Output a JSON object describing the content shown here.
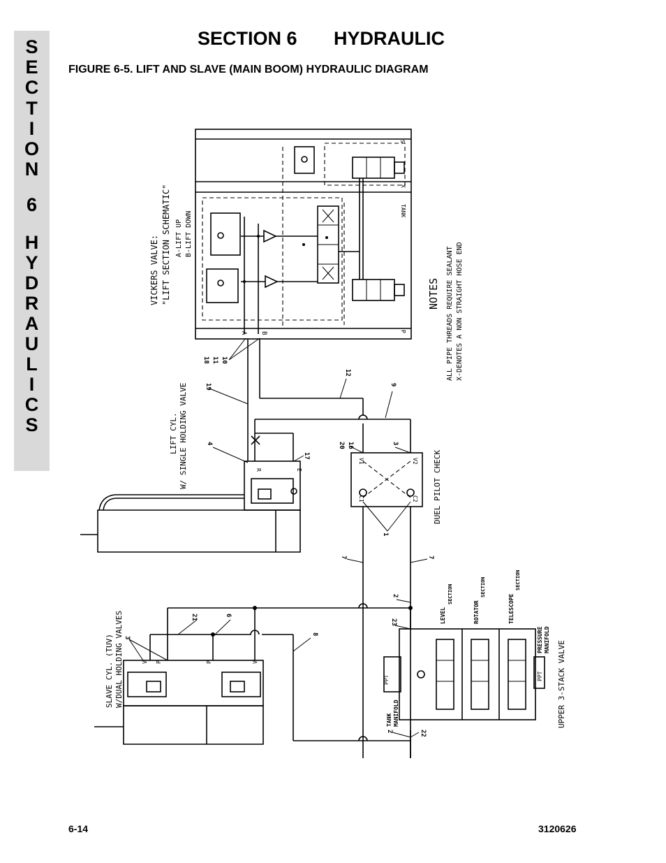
{
  "side_tab": {
    "letters": [
      "S",
      "E",
      "C",
      "T",
      "I",
      "O",
      "N",
      "6",
      "H",
      "Y",
      "D",
      "R",
      "A",
      "U",
      "L",
      "I",
      "C",
      "S"
    ]
  },
  "header": {
    "section": "SECTION 6",
    "title": "HYDRAULIC"
  },
  "figure_caption": "FIGURE 6-5.    LIFT AND SLAVE (MAIN BOOM) HYDRAULIC DIAGRAM",
  "footer": {
    "page": "6-14",
    "doc": "3120626"
  },
  "diagram": {
    "vickers_title": "VICKERS VALVE:",
    "vickers_sub": "\"LIFT SECTION SCHEMATIC\"",
    "lift_up": "A-LIFT UP",
    "lift_down": "B-LIFT DOWN",
    "tank_label": "TANK",
    "port_x": "X",
    "port_s": "S",
    "port_p": "P",
    "port_a": "A",
    "port_b": "B",
    "notes_title": "NOTES",
    "note_1": "ALL PIPE THREADS REQUIRE SEALANT",
    "note_2": "X-DENOTES A NON STRAIGHT HOSE END",
    "lift_cyl_1": "LIFT CYL.",
    "lift_cyl_2": "W/ SINGLE HOLDING VALVE",
    "dual_pilot": "DUEL PILOT CHECK",
    "slave_cyl_1": "SLAVE CYL. (TUV)",
    "slave_cyl_2": "W/DUAL HOLDING VALVES",
    "tank_manifold_1": "TANK",
    "tank_manifold_2": "MANIFOLD",
    "pressure_manifold_1": "PRESSURE",
    "pressure_manifold_2": "MANIFOLD",
    "upper_valve": "UPPER 3-STACK VALVE",
    "level_1": "LEVEL",
    "level_2": "SECTION",
    "rotator_1": "ROTATOR",
    "rotator_2": "SECTION",
    "telescope_1": "TELESCOPE",
    "telescope_2": "SECTION",
    "port_r": "R",
    "port_e": "E",
    "port_v1": "V1",
    "port_v2": "V2",
    "port_c1": "C1",
    "port_c2": "C2",
    "port_v": "V",
    "port_pp": "P",
    "ppt": "PPT",
    "callouts": [
      "18",
      "11",
      "10",
      "19",
      "12",
      "9",
      "4",
      "17",
      "20",
      "16",
      "3",
      "1",
      "7",
      "7",
      "2",
      "23",
      "21",
      "6",
      "8",
      "3",
      "2",
      "22"
    ]
  }
}
